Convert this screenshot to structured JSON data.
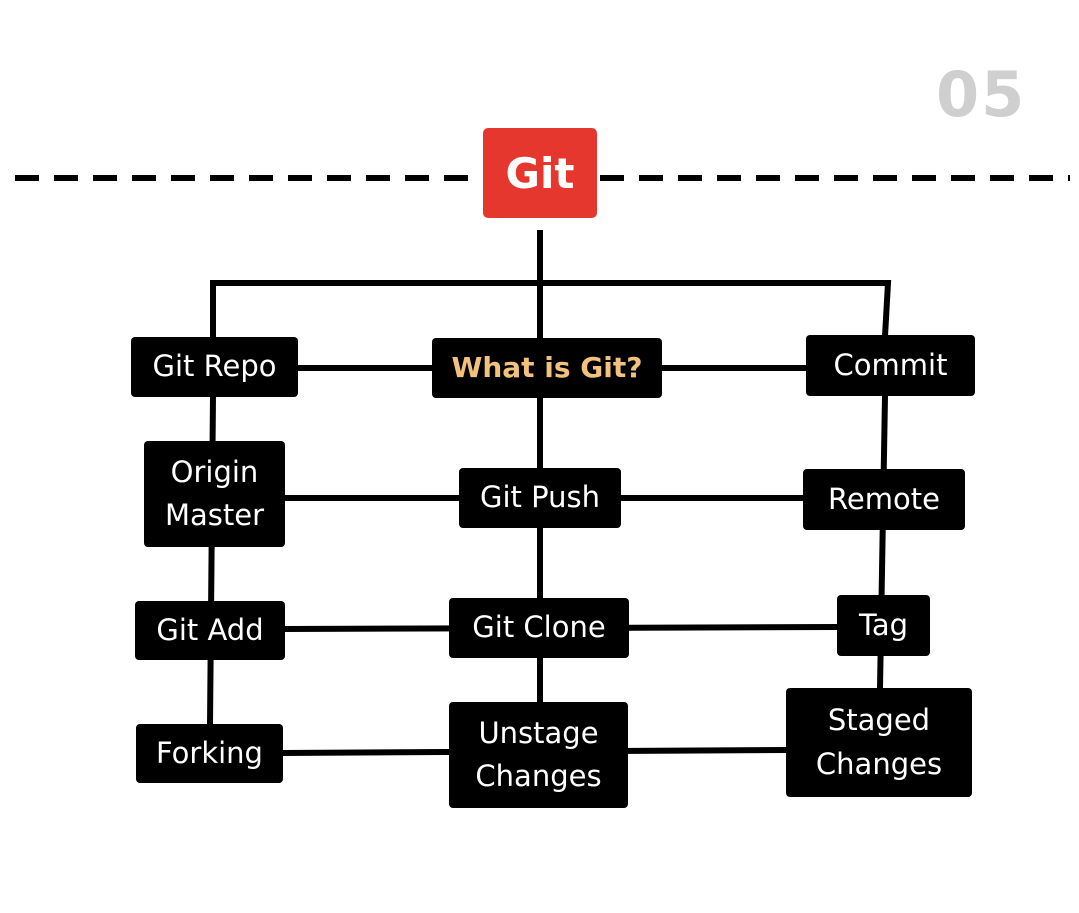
{
  "page_number": "05",
  "colors": {
    "root_fill": "#e5372e",
    "node_fill": "#000000",
    "node_text": "#ffffff",
    "highlight_text": "#f2c17d",
    "page_number": "#cfcfcf",
    "connector": "#000000"
  },
  "root": {
    "label": "Git"
  },
  "center": {
    "label": "What is Git?"
  },
  "left_column": [
    {
      "label": "Git Repo"
    },
    {
      "label": "Origin\nMaster"
    },
    {
      "label": "Git Add"
    },
    {
      "label": "Forking"
    }
  ],
  "middle_column": [
    {
      "label": "Git Push"
    },
    {
      "label": "Git Clone"
    },
    {
      "label": "Unstage\nChanges"
    }
  ],
  "right_column": [
    {
      "label": "Commit"
    },
    {
      "label": "Remote"
    },
    {
      "label": "Tag"
    },
    {
      "label": "Staged\nChanges"
    }
  ]
}
